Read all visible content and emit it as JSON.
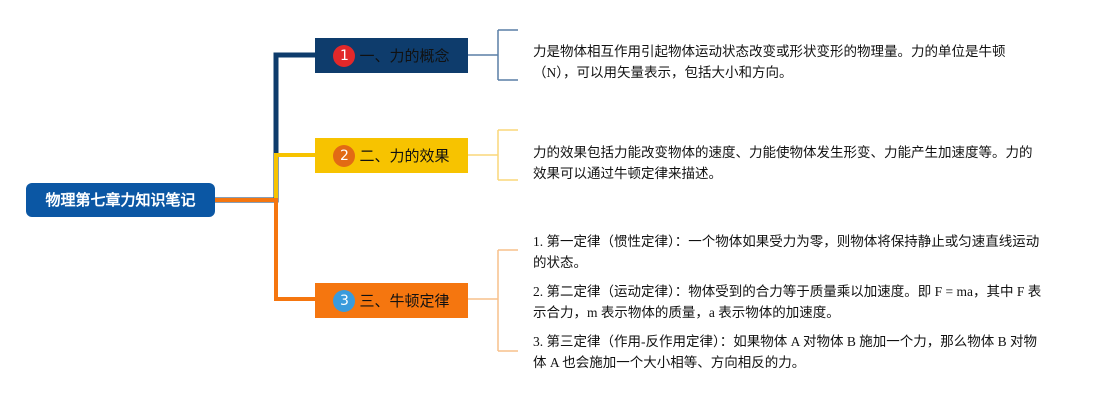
{
  "root": {
    "title": "物理第七章力知识笔记"
  },
  "branches": [
    {
      "badge": "1",
      "title": "一、力的概念",
      "leaves": [
        "力是物体相互作用引起物体运动状态改变或形状变形的物理量。力的单位是牛顿（N），可以用矢量表示，包括大小和方向。"
      ]
    },
    {
      "badge": "2",
      "title": "二、力的效果",
      "leaves": [
        "力的效果包括力能改变物体的速度、力能使物体发生形变、力能产生加速度等。力的效果可以通过牛顿定律来描述。"
      ]
    },
    {
      "badge": "3",
      "title": "三、牛顿定律",
      "leaves": [
        "1. 第一定律（惯性定律）：一个物体如果受力为零，则物体将保持静止或匀速直线运动的状态。",
        "2. 第二定律（运动定律）：物体受到的合力等于质量乘以加速度。即 F = ma，其中 F 表示合力，m 表示物体的质量，a 表示物体的加速度。",
        "3. 第三定律（作用-反作用定律）：如果物体 A 对物体 B 施加一个力，那么物体 B 对物体 A 也会施加一个大小相等、方向相反的力。"
      ]
    }
  ],
  "colors": {
    "root": "#0b57a4",
    "branch1": "#0e3c6c",
    "branch2": "#f7c300",
    "branch3": "#f5760f",
    "bracket1": "#5a7fa6",
    "bracket2": "#fad77a",
    "bracket3": "#f7c08c"
  }
}
